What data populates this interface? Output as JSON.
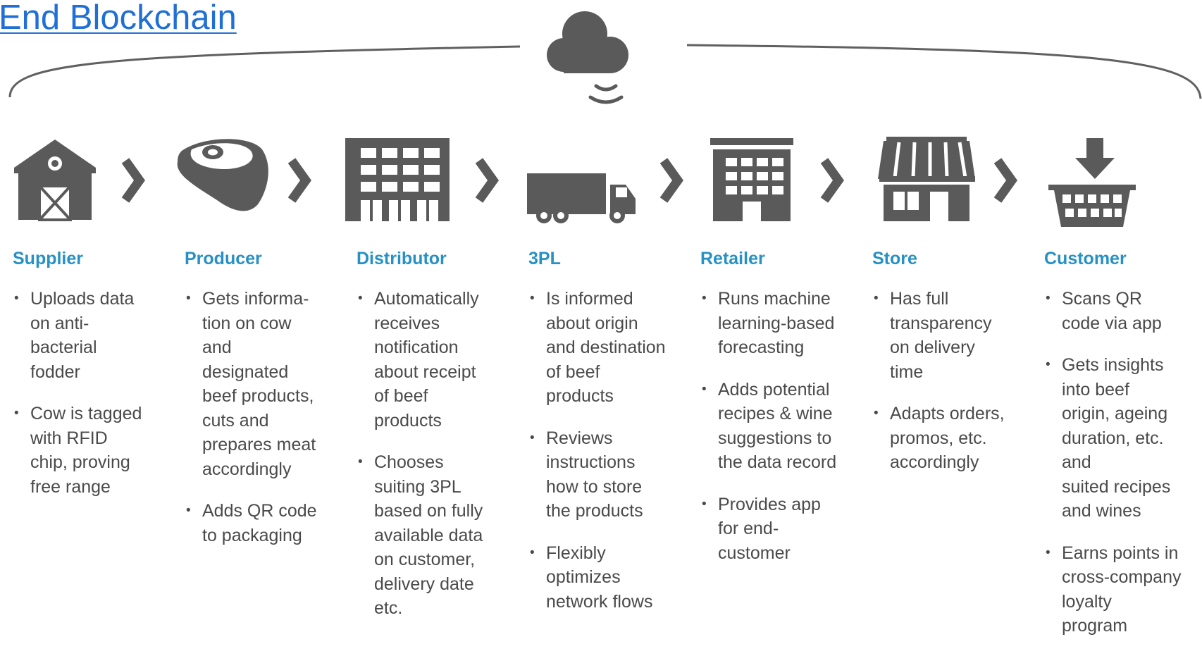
{
  "title": "End Blockchain",
  "stages": [
    {
      "label": "Supplier",
      "icon": "barn-icon",
      "bullets": [
        [
          "Uploads data",
          "on anti-",
          "bacterial",
          "fodder"
        ],
        [
          "Cow is tagged",
          "with RFID",
          "chip, proving",
          "free range"
        ]
      ]
    },
    {
      "label": "Producer",
      "icon": "steak-icon",
      "bullets": [
        [
          "Gets informa-",
          "tion on cow",
          "and",
          "designated",
          "beef products,",
          "cuts and",
          "prepares meat",
          "accordingly"
        ],
        [
          "Adds QR code",
          "to packaging"
        ]
      ]
    },
    {
      "label": "Distributor",
      "icon": "warehouse-icon",
      "bullets": [
        [
          "Automatically",
          "receives",
          "notification",
          "about receipt",
          "of beef",
          "products"
        ],
        [
          "Chooses",
          "suiting 3PL",
          "based on fully",
          "available data",
          "on customer,",
          "delivery date",
          "etc."
        ]
      ]
    },
    {
      "label": "3PL",
      "icon": "truck-icon",
      "bullets": [
        [
          "Is informed",
          "about origin",
          "and destination",
          "of beef",
          "products"
        ],
        [
          "Reviews",
          "instructions",
          "how to store",
          "the products"
        ],
        [
          "Flexibly",
          "optimizes",
          "network flows"
        ]
      ]
    },
    {
      "label": "Retailer",
      "icon": "office-building-icon",
      "bullets": [
        [
          "Runs machine",
          "learning-based",
          "forecasting"
        ],
        [
          "Adds potential",
          "recipes & wine",
          "suggestions to",
          "the data record"
        ],
        [
          "Provides app",
          "for end-",
          "customer"
        ]
      ]
    },
    {
      "label": "Store",
      "icon": "storefront-icon",
      "bullets": [
        [
          "Has full",
          "transparency",
          "on delivery",
          "time"
        ],
        [
          "Adapts orders,",
          "promos, etc.",
          "accordingly"
        ]
      ]
    },
    {
      "label": "Customer",
      "icon": "shopping-basket-icon",
      "bullets": [
        [
          "Scans QR",
          "code via app"
        ],
        [
          "Gets insights",
          "into beef",
          "origin, ageing",
          "duration, etc.",
          "and",
          "suited recipes",
          "and wines"
        ],
        [
          "Earns points in",
          "cross-company",
          "loyalty",
          "program"
        ]
      ]
    }
  ],
  "colors": {
    "icon": "#5a5a5a",
    "heading": "#2791c4",
    "body_text": "#4a4a4a",
    "link": "#1f6fd6",
    "bracket": "#606060"
  }
}
